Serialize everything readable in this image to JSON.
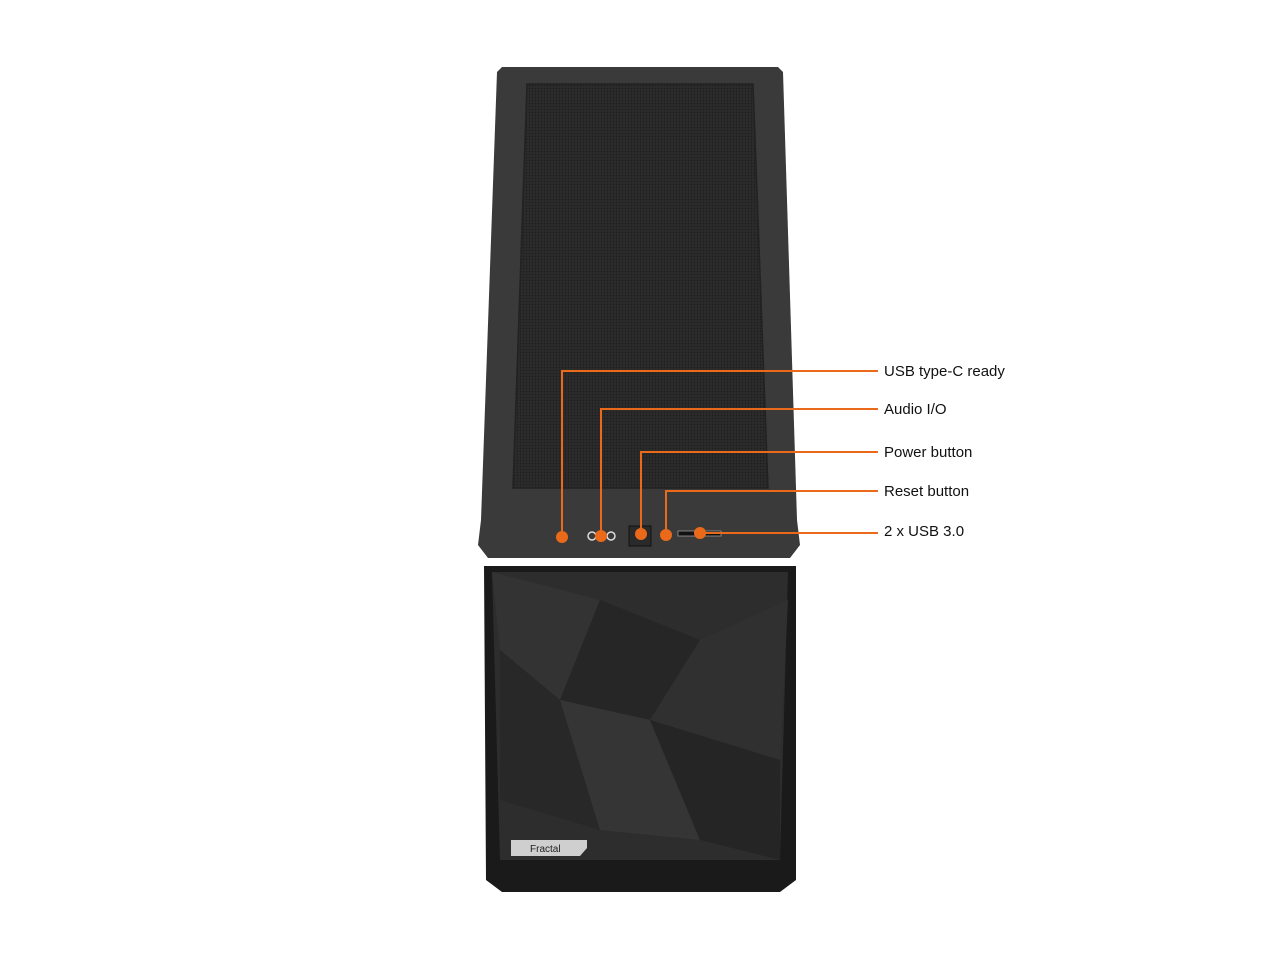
{
  "brand": "Fractal",
  "accent_color": "#ea6a1a",
  "callouts": [
    {
      "label": "USB type-C ready"
    },
    {
      "label": "Audio I/O"
    },
    {
      "label": "Power button"
    },
    {
      "label": "Reset button"
    },
    {
      "label": "2 x USB 3.0"
    }
  ]
}
